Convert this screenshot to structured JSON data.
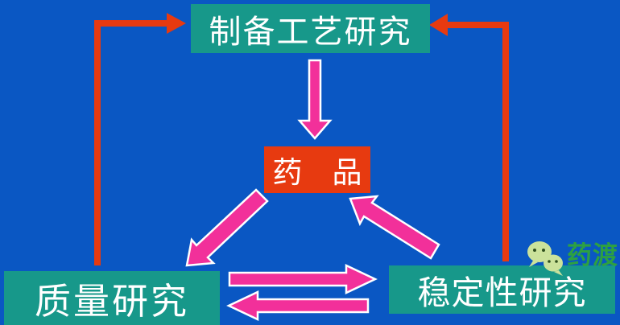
{
  "boxes": {
    "process": {
      "label": "制备工艺研究"
    },
    "drug": {
      "label": "药　品"
    },
    "quality": {
      "label": "质量研究"
    },
    "stability": {
      "label": "稳定性研究"
    }
  },
  "flows": [
    {
      "from": "质量研究",
      "to": "制备工艺研究",
      "style": "red-elbow"
    },
    {
      "from": "稳定性研究",
      "to": "制备工艺研究",
      "style": "red-elbow"
    },
    {
      "from": "制备工艺研究",
      "to": "药品",
      "style": "pink-straight"
    },
    {
      "from": "药品",
      "to": "质量研究",
      "style": "pink-diagonal"
    },
    {
      "from": "稳定性研究",
      "to": "药品",
      "style": "pink-diagonal"
    },
    {
      "from": "质量研究",
      "to": "稳定性研究",
      "style": "pink-straight"
    },
    {
      "from": "稳定性研究",
      "to": "质量研究",
      "style": "pink-straight"
    }
  ],
  "watermark": {
    "brand": "药渡",
    "icon": "wechat-bubbles-icon"
  },
  "colors": {
    "background": "#0a57c3",
    "teal_box": "#17988a",
    "red": "#e73a10",
    "pink": "#f2309a",
    "text": "#ffffff",
    "watermark_green": "#2fa43c",
    "bubble_fill": "#cbe29b",
    "bubble_stroke": "#69993e",
    "bubble_eye": "#2f4f1d"
  }
}
